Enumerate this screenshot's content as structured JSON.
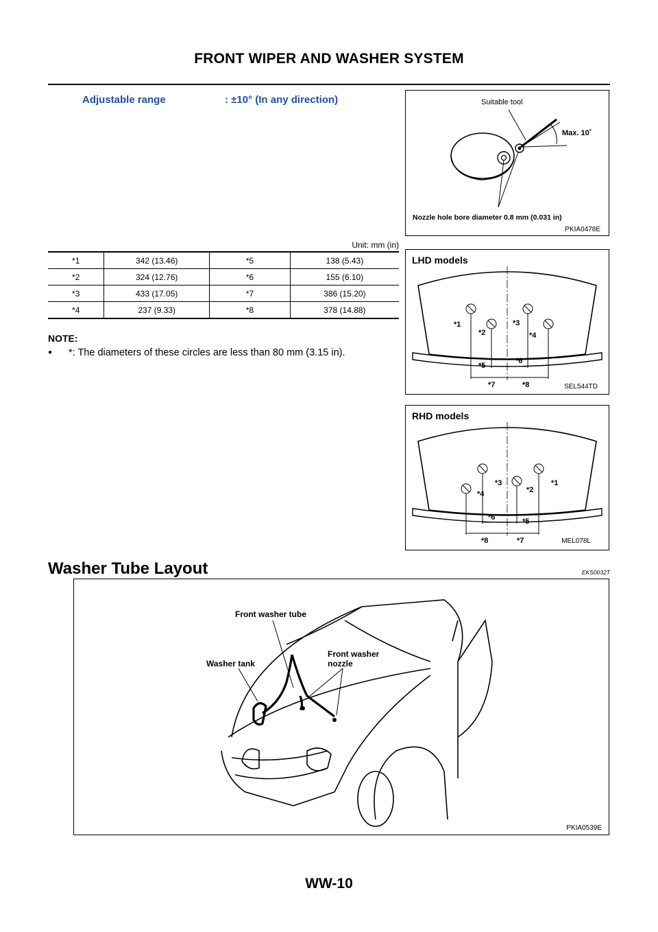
{
  "header": {
    "title": "FRONT WIPER AND WASHER SYSTEM"
  },
  "adjustable": {
    "label": "Adjustable range",
    "value": ": ±10° (In any direction)"
  },
  "fig1": {
    "tool_label": "Suitable tool",
    "max_label": "Max. 10˚",
    "bore_label": "Nozzle hole bore diameter 0.8 mm (0.031 in)",
    "code": "PKIA0478E"
  },
  "unit_label": "Unit: mm (in)",
  "table": {
    "rows": [
      [
        "*1",
        "342 (13.46)",
        "*5",
        "138 (5.43)"
      ],
      [
        "*2",
        "324 (12.76)",
        "*6",
        "155 (6.10)"
      ],
      [
        "*3",
        "433 (17.05)",
        "*7",
        "386 (15.20)"
      ],
      [
        "*4",
        "237 (9.33)",
        "*8",
        "378 (14.88)"
      ]
    ]
  },
  "note": {
    "label": "NOTE:",
    "bullet": "●",
    "text": "*: The diameters of these circles are less than 80 mm (3.15 in)."
  },
  "fig_lhd": {
    "title": "LHD models",
    "code": "SEL544TD",
    "marks": [
      "*1",
      "*2",
      "*3",
      "*4",
      "*5",
      "*6",
      "*7",
      "*8"
    ]
  },
  "fig_rhd": {
    "title": "RHD  models",
    "code": "MEL078L",
    "marks": [
      "*1",
      "*2",
      "*3",
      "*4",
      "*5",
      "*6",
      "*7",
      "*8"
    ]
  },
  "section": {
    "title": "Washer Tube Layout",
    "code": "EKS0032T"
  },
  "fig_car": {
    "label_tube": "Front washer tube",
    "label_tank": "Washer tank",
    "label_nozzle_1": "Front washer",
    "label_nozzle_2": "nozzle",
    "code": "PKIA0539E"
  },
  "footer": {
    "page_number": "WW-10"
  }
}
